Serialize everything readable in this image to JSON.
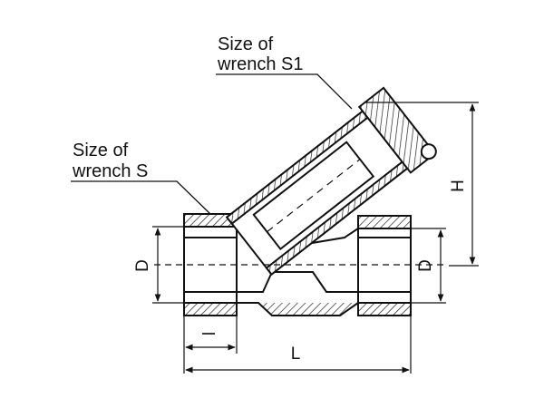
{
  "diagram": {
    "callouts": {
      "wrench_s1": {
        "line1": "Size of",
        "line2": "wrench S1"
      },
      "wrench_s": {
        "line1": "Size of",
        "line2": "wrench S"
      }
    },
    "dimensions": {
      "left_diameter": "D",
      "right_diameter": "D",
      "height": "H",
      "thread_length": "l",
      "overall_length": "L"
    }
  }
}
